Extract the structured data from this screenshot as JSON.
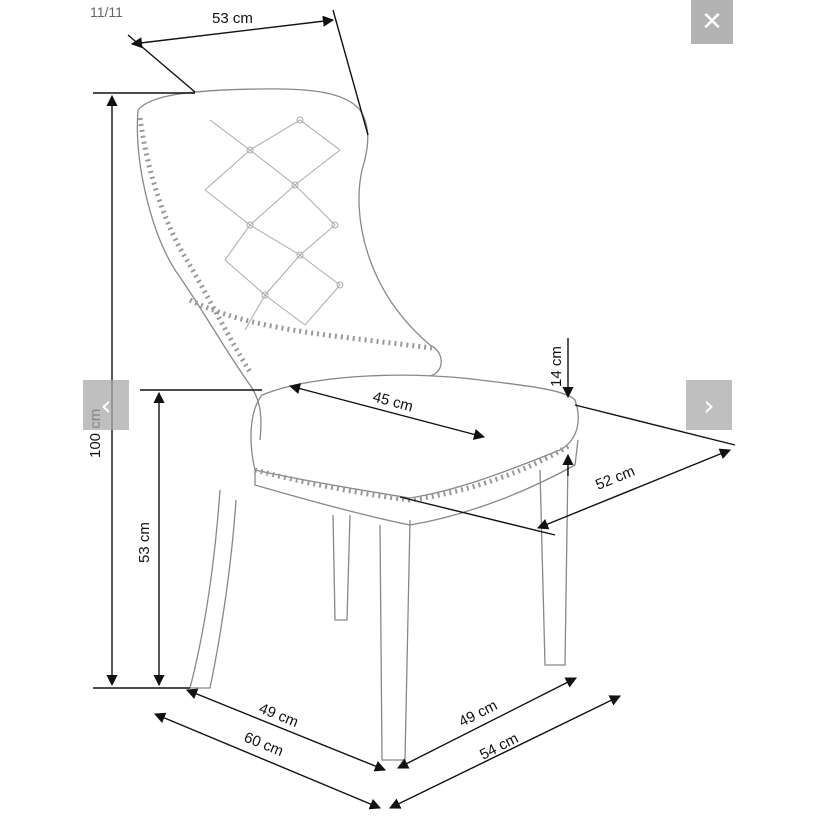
{
  "viewer": {
    "counter": "11/11",
    "close_icon_glyph": "✕",
    "prev_icon_glyph": "‹",
    "next_icon_glyph": "›"
  },
  "dimensions": {
    "back_width": "53 cm",
    "total_height": "100 cm",
    "seat_height": "53 cm",
    "seat_depth": "45 cm",
    "armrest_height": "14 cm",
    "seat_width": "52 cm",
    "leg_depth": "49 cm",
    "overall_depth": "60 cm",
    "leg_width": "49 cm",
    "overall_width": "54 cm"
  },
  "icons": [
    "close-icon",
    "chevron-left-icon",
    "chevron-right-icon"
  ]
}
